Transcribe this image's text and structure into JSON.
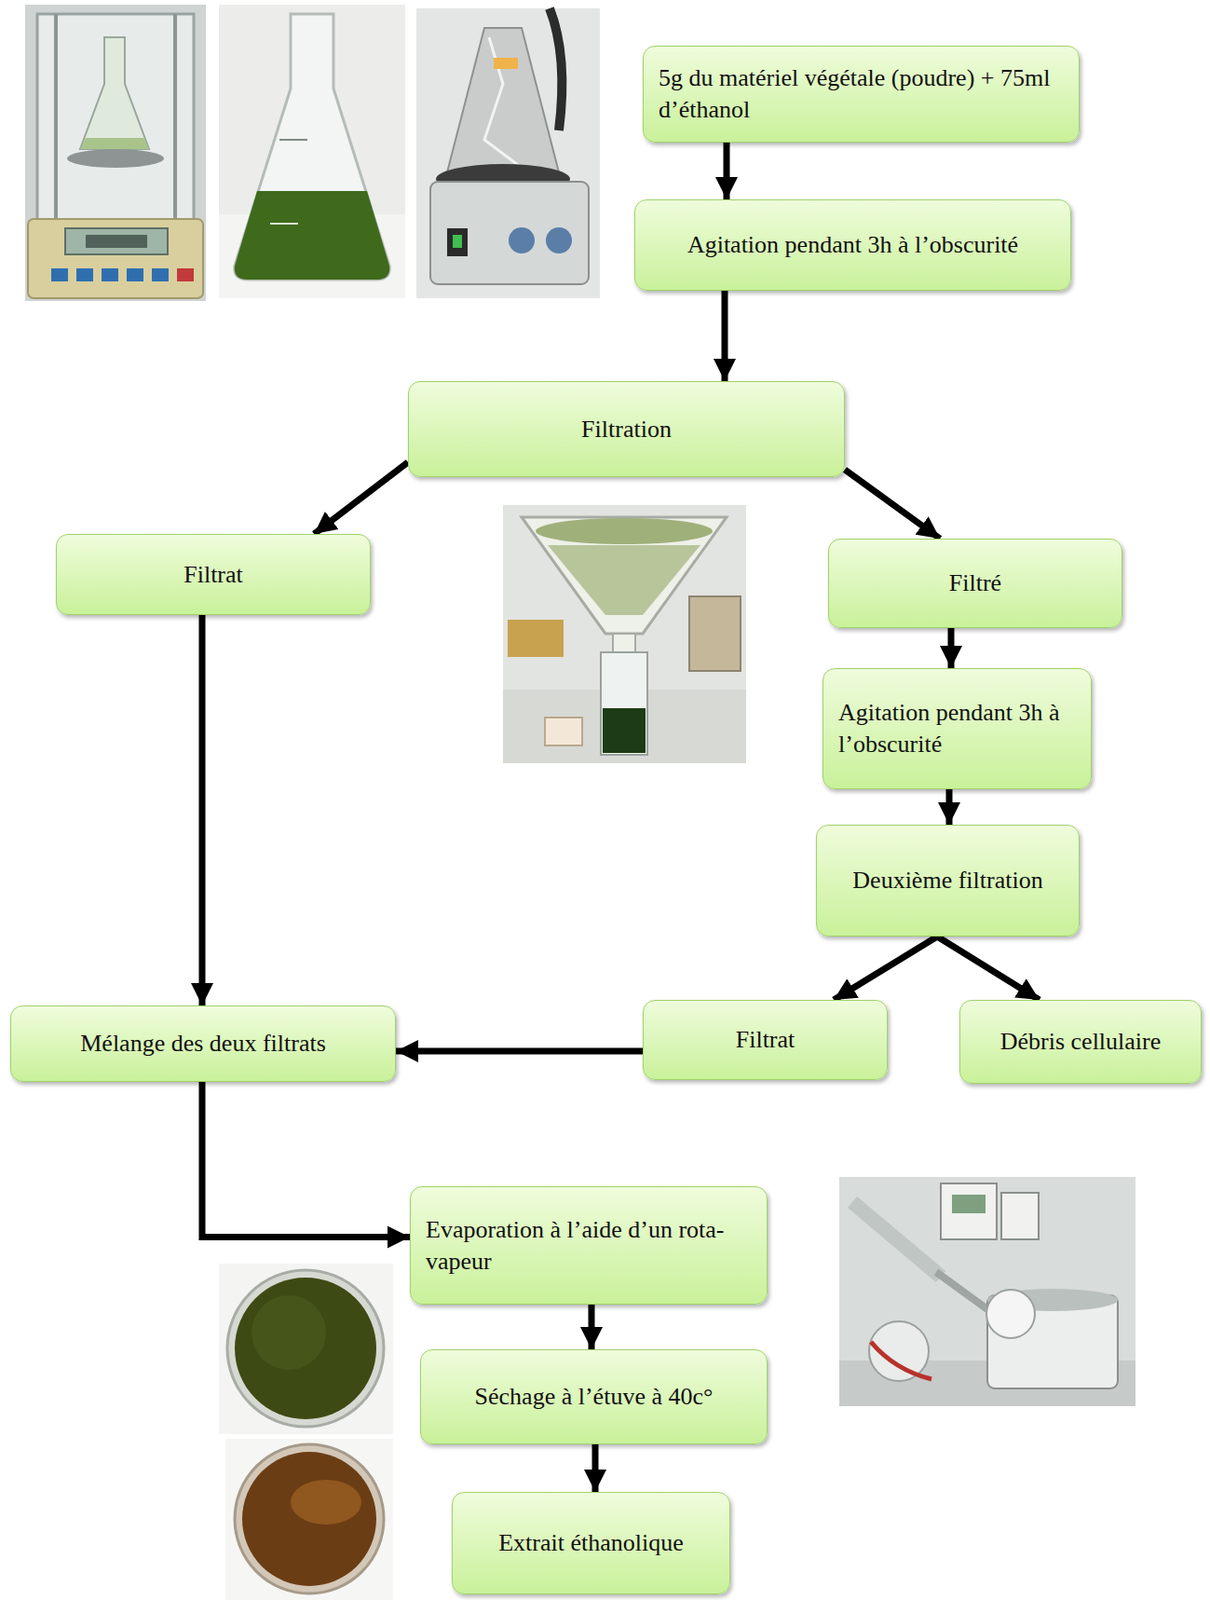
{
  "diagram": {
    "nodes": [
      {
        "text": [
          "5g du matériel végétale (poudre) + 75ml d’éthanol"
        ]
      },
      {
        "text": [
          "Agitation pendant 3h à l’obscurité"
        ]
      },
      {
        "text": [
          "Filtration"
        ]
      },
      {
        "text": [
          "Filtrat"
        ]
      },
      {
        "text": [
          "Filtré"
        ]
      },
      {
        "text": [
          "Agitation pendant 3h à l’obscurité"
        ]
      },
      {
        "text": [
          "Deuxième filtration"
        ]
      },
      {
        "text": [
          "Mélange des deux filtrats"
        ]
      },
      {
        "text": [
          "Filtrat"
        ]
      },
      {
        "text": [
          "Débris cellulaire"
        ]
      },
      {
        "text": [
          "Evaporation à l’aide d’un rota-vapeur"
        ]
      },
      {
        "text": [
          "Séchage à l’étuve à 40c°"
        ]
      },
      {
        "text": [
          "Extrait éthanolique"
        ]
      }
    ],
    "edges": [
      {
        "from": 0,
        "to": 1,
        "arrow": "to"
      },
      {
        "from": 1,
        "to": 2,
        "arrow": "to"
      },
      {
        "from": 2,
        "to": 3,
        "arrow": "to"
      },
      {
        "from": 2,
        "to": 4,
        "arrow": "to"
      },
      {
        "from": 4,
        "to": 5,
        "arrow": "to"
      },
      {
        "from": 5,
        "to": 6,
        "arrow": "to"
      },
      {
        "from": 6,
        "to": 8,
        "arrow": "to"
      },
      {
        "from": 6,
        "to": 9,
        "arrow": "to"
      },
      {
        "from": 3,
        "to": 7,
        "arrow": "to"
      },
      {
        "from": 8,
        "to": 7,
        "arrow": "to"
      },
      {
        "from": 7,
        "to": 10,
        "arrow": "to"
      },
      {
        "from": 10,
        "to": 11,
        "arrow": "to"
      },
      {
        "from": 11,
        "to": 12,
        "arrow": "to"
      }
    ]
  }
}
